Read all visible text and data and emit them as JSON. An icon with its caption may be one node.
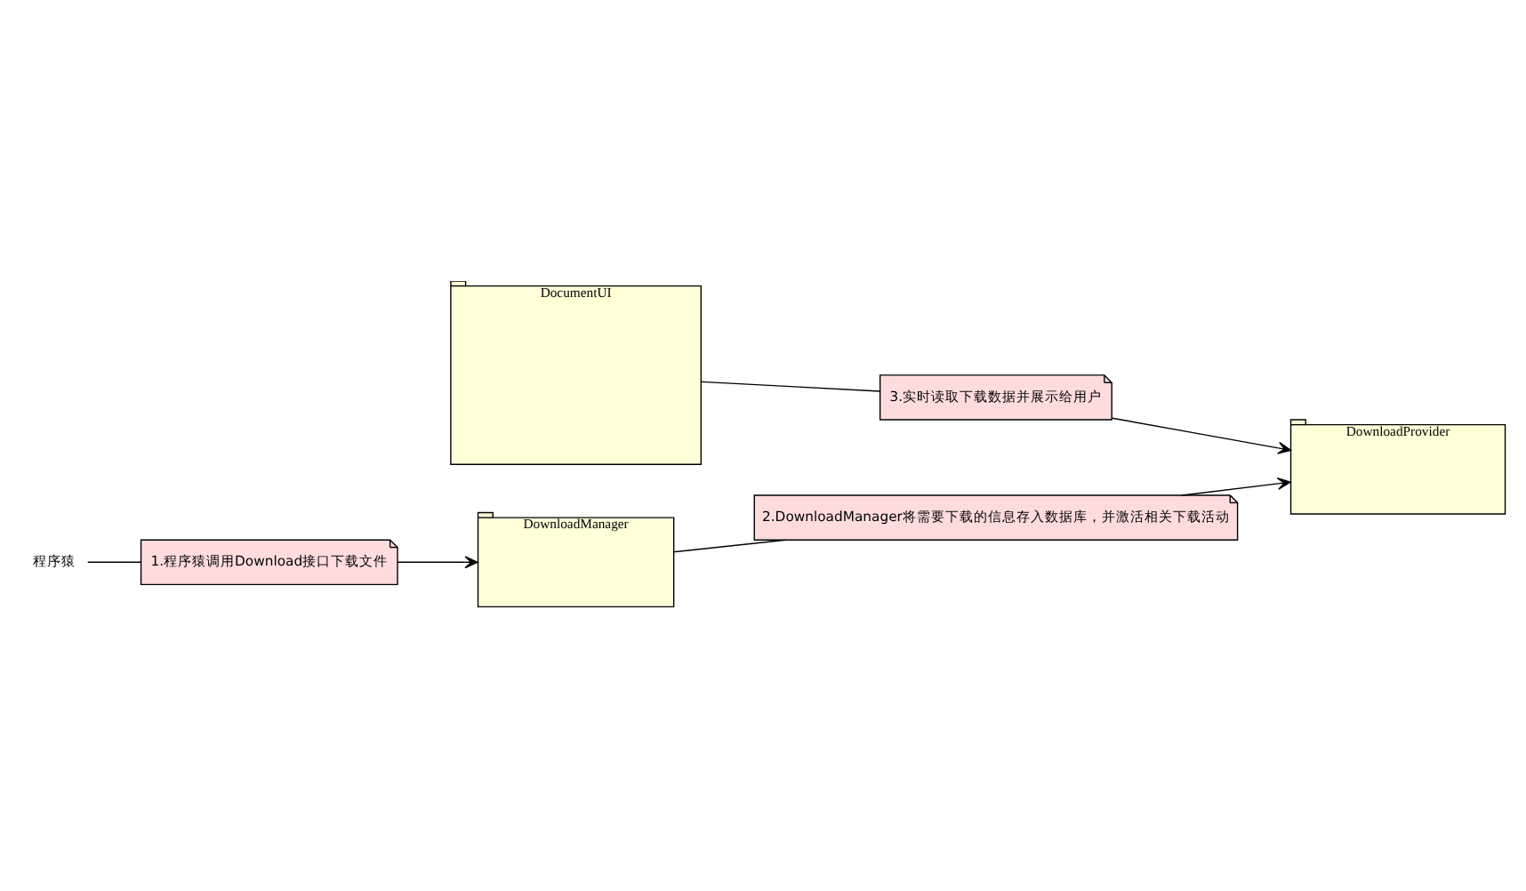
{
  "diagram": {
    "nodes": [
      {
        "text": [
          "DownloadManager"
        ]
      },
      {
        "text": [
          "1.程序猿调用Download接口下载文件"
        ]
      },
      {
        "text": [
          "程序猿"
        ]
      },
      {
        "text": [
          "2.DownloadManager将需要下载的信息存入数据库，并激活相关下载活动"
        ]
      },
      {
        "text": [
          "DocumentUI"
        ]
      },
      {
        "text": [
          "3.实时读取下载数据并展示给用户"
        ]
      },
      {
        "text": [
          "DownloadProvider"
        ]
      }
    ],
    "edges": [
      {
        "from": 2,
        "to": 1,
        "arrow": "none"
      },
      {
        "from": 1,
        "to": 0,
        "arrow": "to"
      },
      {
        "from": 0,
        "to": 3,
        "arrow": "none"
      },
      {
        "from": 3,
        "to": 6,
        "arrow": "to"
      },
      {
        "from": 4,
        "to": 5,
        "arrow": "none"
      },
      {
        "from": 5,
        "to": 6,
        "arrow": "to"
      }
    ]
  }
}
